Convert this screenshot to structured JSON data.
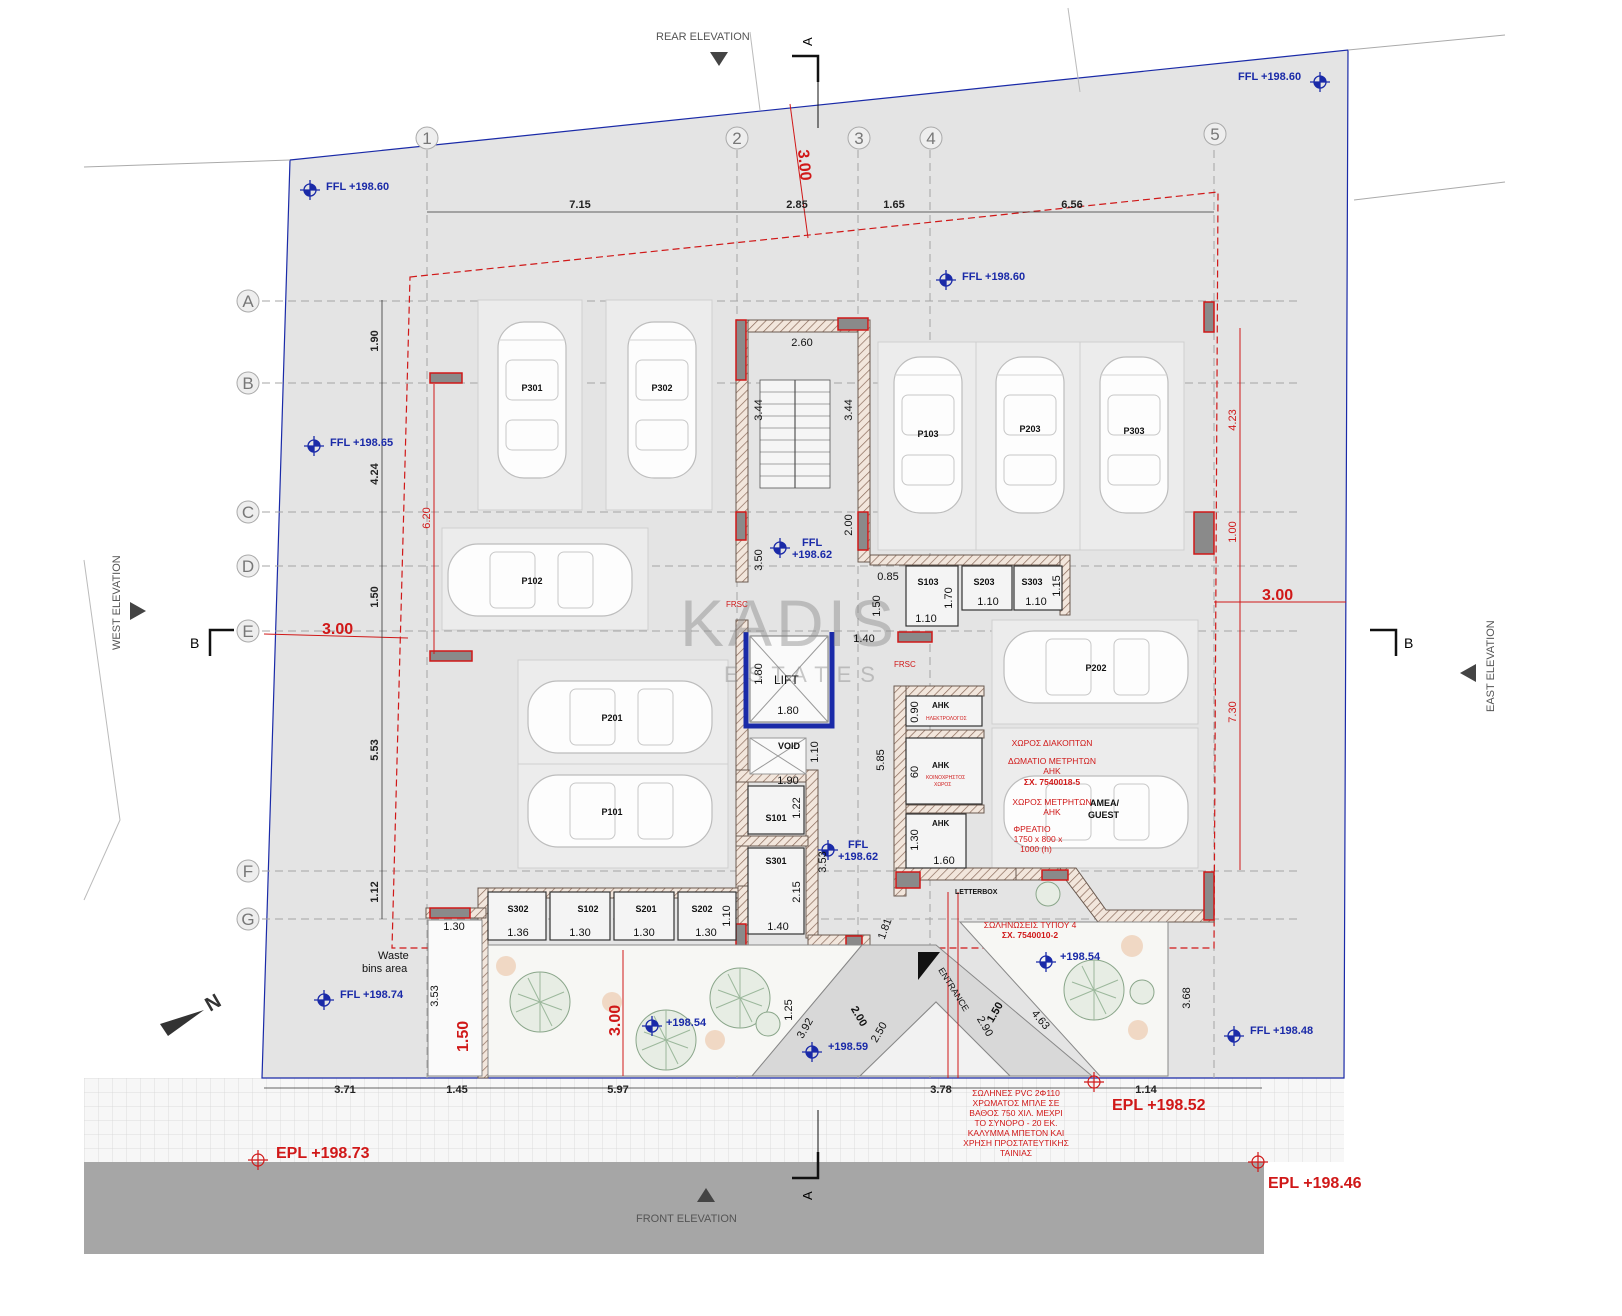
{
  "brand": {
    "name": "KADIS",
    "sub": "ESTATES"
  },
  "elevations": {
    "rear": "REAR ELEVATION",
    "front": "FRONT ELEVATION",
    "west": "WEST ELEVATION",
    "east": "EAST ELEVATION"
  },
  "section_marks": {
    "a": "A",
    "b": "B"
  },
  "grid_numbers": [
    "1",
    "2",
    "3",
    "4",
    "5"
  ],
  "grid_letters": [
    "A",
    "B",
    "C",
    "D",
    "E",
    "F",
    "G"
  ],
  "top_dims": [
    "7.15",
    "2.85",
    "1.65",
    "6.56"
  ],
  "left_dims": [
    "1.90",
    "4.24",
    "1.50",
    "5.53",
    "1.12"
  ],
  "right_dims": [
    "4.23",
    "1.00",
    "7.30"
  ],
  "bottom_dims": [
    "3.71",
    "1.45",
    "5.97",
    "3.78",
    "1.14"
  ],
  "setbacks": [
    "3.00",
    "3.00",
    "3.00",
    "3.00",
    "1.50",
    "6.20"
  ],
  "ffl": {
    "tl": "FFL +198.60",
    "tr": "FFL +198.60",
    "mid_top": "FFL +198.60",
    "west": "FFL +198.65",
    "sw": "FFL +198.74",
    "se": "FFL +198.48",
    "core_label": "FFL",
    "core_val": "+198.62",
    "core2_label": "FFL",
    "core2_val": "+198.62",
    "garden_w": "+198.54",
    "garden_e": "+198.54",
    "entry": "+198.59"
  },
  "epl": {
    "w": "EPL +198.73",
    "e": "EPL +198.52",
    "se": "EPL +198.46"
  },
  "parking": [
    "P301",
    "P302",
    "P102",
    "P201",
    "P101",
    "P103",
    "P203",
    "P303",
    "P202"
  ],
  "storage": [
    "S103",
    "S203",
    "S303",
    "S101",
    "S301",
    "S302",
    "S102",
    "S201",
    "S202"
  ],
  "rooms": {
    "lift": "LIFT",
    "void": "VOID",
    "ameа": "AMEA/",
    "guest": "GUEST",
    "letterbox": "LETTERBOX",
    "entrance": "ENTRANCE",
    "frsc1": "FRSC",
    "frsc2": "FRSC",
    "waste1": "Waste",
    "waste2": "bins area"
  },
  "core_dims": [
    "2.60",
    "3.44",
    "3.44",
    "2.00",
    "3.50",
    "0.85",
    "1.50",
    "1.40",
    "1.80",
    "1.80",
    "1.10",
    "1.90",
    "5.85",
    "1.22",
    "2.15",
    "1.40",
    "3.53",
    "1.81",
    "1.70",
    "1.10",
    "1.10",
    "1.15",
    "1.10",
    "0.90",
    "60",
    "1.30",
    "1.60",
    "1.36",
    "1.30",
    "1.30",
    "1.30",
    "1.10",
    "1.30",
    "1.25",
    "3.92",
    "2.00",
    "2.50",
    "2.90",
    "1.50",
    "4.63",
    "3.68",
    "3.53"
  ],
  "ahk": {
    "a1": "AHK",
    "a1s": "ΗΛΕΚΤΡΟΛΟΓΟΣ",
    "a2": "AHK",
    "a2s": "ΚΟΙΝΟΧΡΗΣΤΟΣ",
    "a2s2": "ΧΩΡΟΣ",
    "a3": "AHK"
  },
  "notes": {
    "n1": "ΧΩΡΟΣ ΔΙΑΚΟΠΤΩΝ",
    "n2a": "ΔΩΜΑΤΙΟ ΜΕΤΡΗΤΩΝ",
    "n2b": "AHK",
    "n2c": "ΣΧ. 7540018-5",
    "n3a": "ΧΩΡΟΣ ΜΕΤΡΗΤΩΝ",
    "n3b": "AHK",
    "n4a": "ΦΡΕΑΤΙΟ",
    "n4b": "1750 x 800 x",
    "n4c": "1000 (h)",
    "n5a": "ΣΩΛΗΝΩΣΕΙΣ ΤΥΠΟΥ 4",
    "n5b": "ΣΧ. 7540010-2",
    "pipe": [
      "ΣΩΛΗΝΕΣ PVC 2Φ110",
      "ΧΡΩΜΑΤΟΣ ΜΠΛΕ ΣΕ",
      "ΒΑΘΟΣ 750 ΧΙΛ. ΜΕΧΡΙ",
      "ΤΟ ΣΥΝΟΡΟ - 20 ΕΚ.",
      "ΚΑΛΥΜΜΑ ΜΠΕΤΟΝ ΚΑΙ",
      "ΧΡΗΣΗ ΠΡΟΣΤΑΤΕΥΤΙΚΗΣ",
      "ΤΑΙΝΙΑΣ"
    ]
  },
  "north": "N",
  "colors": {
    "plot": "#e4e4e4",
    "road": "#a6a6a6",
    "red": "#d01818",
    "blue": "#1a2aa8",
    "wall": "#8a8a8a"
  }
}
